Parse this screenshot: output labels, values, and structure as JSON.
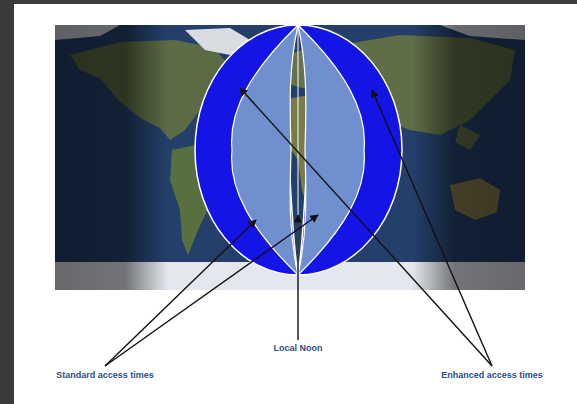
{
  "diagram": {
    "labels": [
      "Standard access times",
      "Local Noon",
      "Enhanced access times"
    ]
  }
}
